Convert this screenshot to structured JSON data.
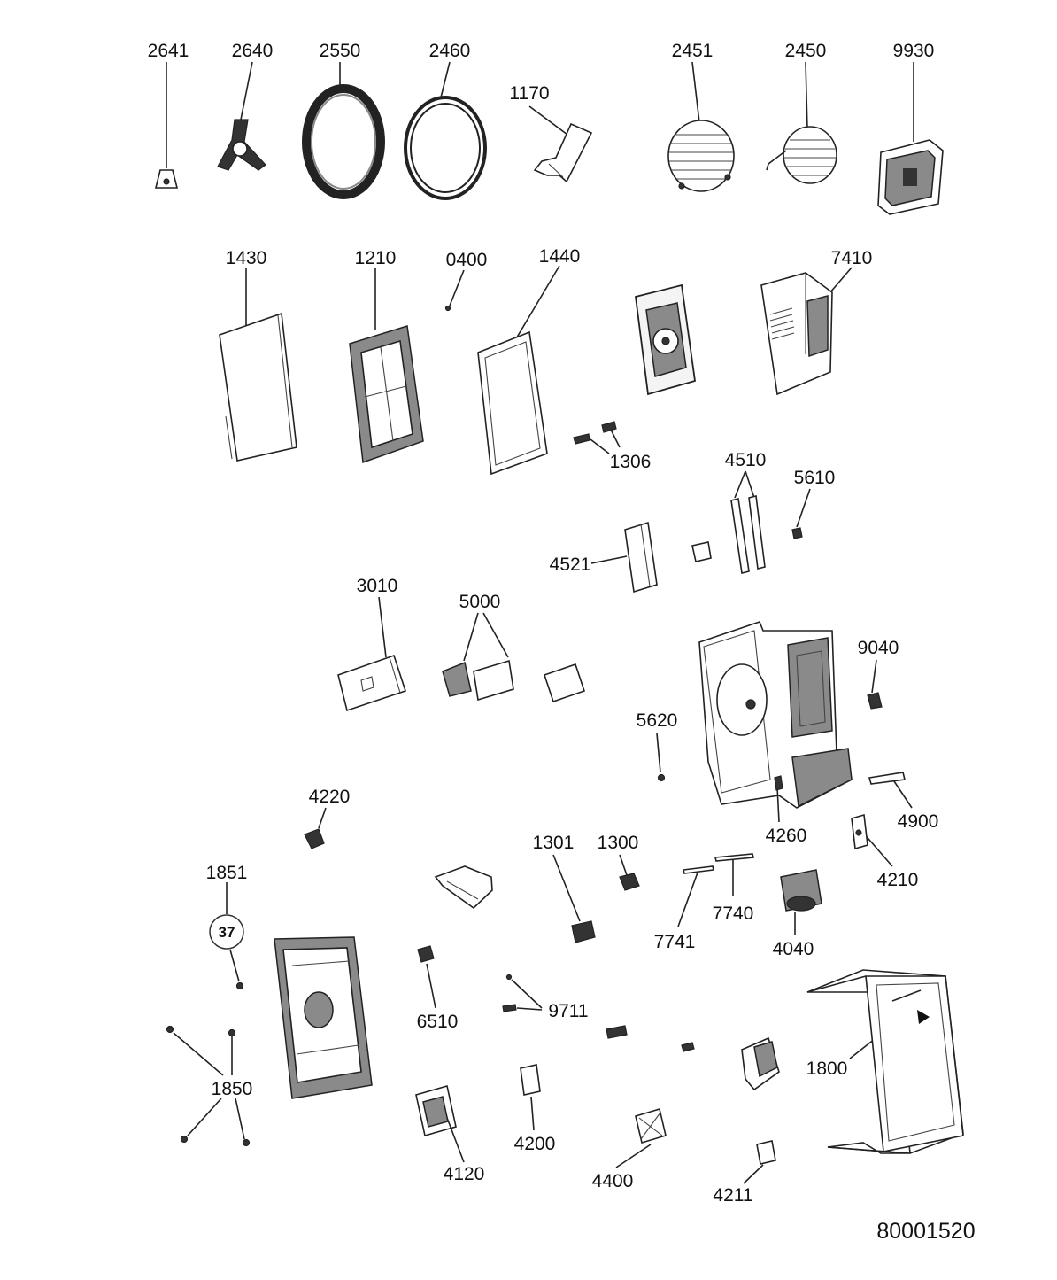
{
  "document_number": "80001520",
  "badge": "37",
  "labels": {
    "p2641": "2641",
    "p2640": "2640",
    "p2550": "2550",
    "p2460": "2460",
    "p1170": "1170",
    "p2451": "2451",
    "p2450": "2450",
    "p9930": "9930",
    "p1430": "1430",
    "p1210": "1210",
    "p0400": "0400",
    "p1440": "1440",
    "p7410": "7410",
    "p1306": "1306",
    "p4510": "4510",
    "p5610": "5610",
    "p4521": "4521",
    "p3010": "3010",
    "p5000": "5000",
    "p9040": "9040",
    "p5620": "5620",
    "p4220": "4220",
    "p4260": "4260",
    "p4900": "4900",
    "p1301": "1301",
    "p1300": "1300",
    "p4210": "4210",
    "p1851": "1851",
    "p7740": "7740",
    "p7741": "7741",
    "p4040": "4040",
    "p6510": "6510",
    "p9711": "9711",
    "p1800": "1800",
    "p1850": "1850",
    "p4200": "4200",
    "p4120": "4120",
    "p4400": "4400",
    "p4211": "4211"
  }
}
